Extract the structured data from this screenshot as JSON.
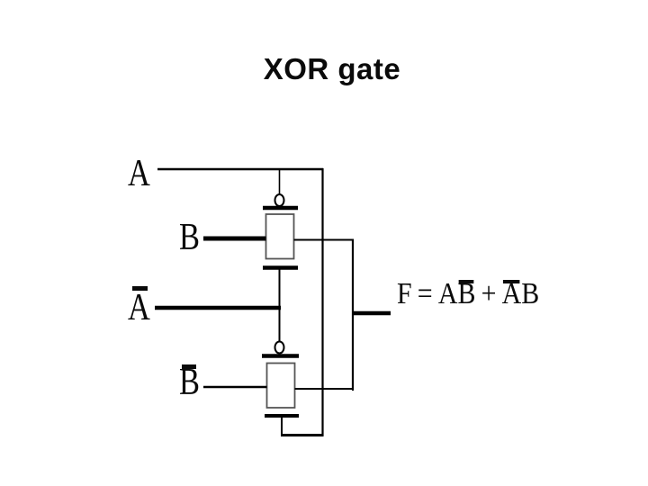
{
  "slide": {
    "title": "XOR gate",
    "background_color": "#ffffff",
    "ink_color": "#000000",
    "gate_border_color": "#555555"
  },
  "diagram": {
    "kind": "transmission-gate XOR circuit schematic",
    "inputs": [
      {
        "id": "a",
        "letter": "A",
        "overbar": false,
        "display": "A"
      },
      {
        "id": "b",
        "letter": "B",
        "overbar": false,
        "display": "B"
      },
      {
        "id": "a-bar",
        "letter": "A",
        "overbar": true,
        "display": "Ā"
      },
      {
        "id": "b-bar",
        "letter": "B",
        "overbar": true,
        "display": "B̄"
      }
    ],
    "components": [
      {
        "name": "transmission-gate-top",
        "data_input": "B",
        "control_bubble_side": "A",
        "control_plain_side": "Ā"
      },
      {
        "name": "transmission-gate-bottom",
        "data_input": "B̄",
        "control_bubble_side": "Ā",
        "control_plain_side": "A"
      }
    ],
    "output_formula": {
      "full_text": "F = AB̄ + ĀB",
      "lhs": "F",
      "equals": "=",
      "term1_plain": "A",
      "term1_barred": "B",
      "plus": "+",
      "term2_barred": "A",
      "term2_plain": "B"
    }
  }
}
